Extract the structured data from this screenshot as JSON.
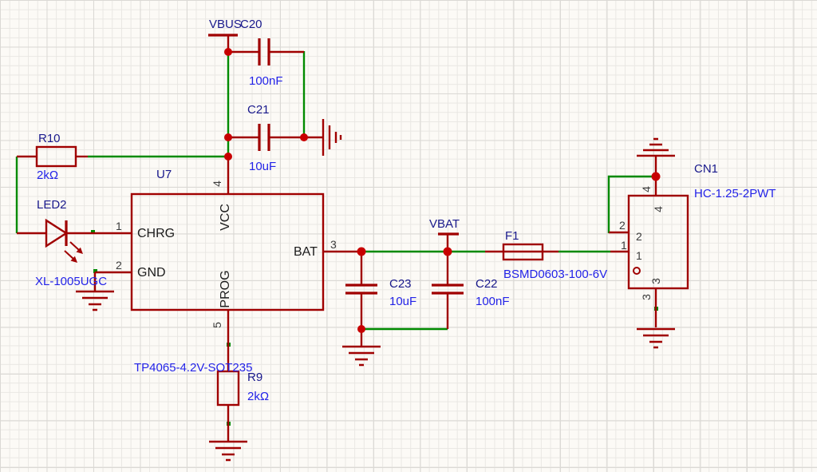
{
  "canvas": {
    "colors": {
      "bg": "#FCFAF6",
      "grid_minor": "#E9E7E3",
      "grid_major": "#DBD9D5",
      "wire": "#008A00",
      "sym": "#A00000",
      "dot": "#C80000",
      "designator": "#19198C",
      "value": "#2323E8",
      "pin_name": "#1C1C1C",
      "pin_number": "#3A3A3A"
    }
  },
  "net_labels": {
    "vbus": "VBUS",
    "vbat": "VBAT"
  },
  "components": {
    "u7": {
      "designator": "U7",
      "value": "TP4065-4.2V-SOT235",
      "pins": {
        "chrg": {
          "number": "1",
          "name": "CHRG"
        },
        "gnd": {
          "number": "2",
          "name": "GND"
        },
        "bat": {
          "number": "3",
          "name": "BAT"
        },
        "vcc": {
          "number": "4",
          "name": "VCC"
        },
        "prog": {
          "number": "5",
          "name": "PROG"
        }
      }
    },
    "r10": {
      "designator": "R10",
      "value": "2kΩ"
    },
    "r9": {
      "designator": "R9",
      "value": "2kΩ"
    },
    "led2": {
      "designator": "LED2",
      "value": "XL-1005UGC"
    },
    "c20": {
      "designator": "C20",
      "value": "100nF"
    },
    "c21": {
      "designator": "C21",
      "value": "10uF"
    },
    "c23": {
      "designator": "C23",
      "value": "10uF"
    },
    "c22": {
      "designator": "C22",
      "value": "100nF"
    },
    "f1": {
      "designator": "F1",
      "value": "BSMD0603-100-6V"
    },
    "cn1": {
      "designator": "CN1",
      "value": "HC-1.25-2PWT",
      "pins": {
        "p1": "1",
        "p2": "2",
        "p3": "3",
        "p4": "4"
      }
    }
  }
}
